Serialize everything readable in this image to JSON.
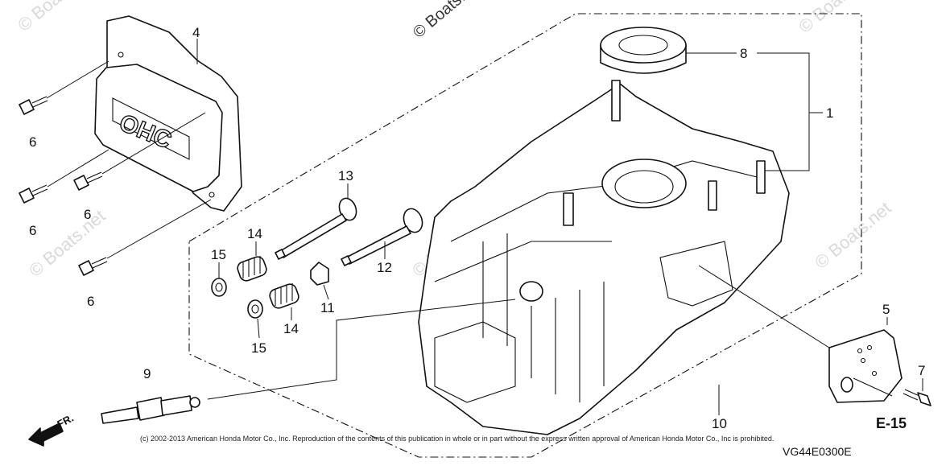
{
  "watermarks": {
    "top_left": "© Boats.net",
    "top_center": "© Boats.net",
    "top_right": "© Boats.net",
    "mid_left": "© Boats.net",
    "mid_center": "© Boats.net",
    "mid_right": "© Boats.net"
  },
  "cover_logo": "OHC",
  "callouts": {
    "c1": "1",
    "c4": "4",
    "c5": "5",
    "c6a": "6",
    "c6b": "6",
    "c6c": "6",
    "c6d": "6",
    "c7": "7",
    "c8": "8",
    "c9": "9",
    "c10": "10",
    "c11": "11",
    "c12": "12",
    "c13": "13",
    "c14a": "14",
    "c14b": "14",
    "c15a": "15",
    "c15b": "15"
  },
  "front_label": "FR.",
  "ref_label": "E-15",
  "copyright": "(c) 2002-2013 American Honda Motor Co., Inc. Reproduction of the contents of this publication in whole or in part without the express written approval of American Honda Motor Co., Inc is prohibited.",
  "diagram_code": "VG44E0300E"
}
